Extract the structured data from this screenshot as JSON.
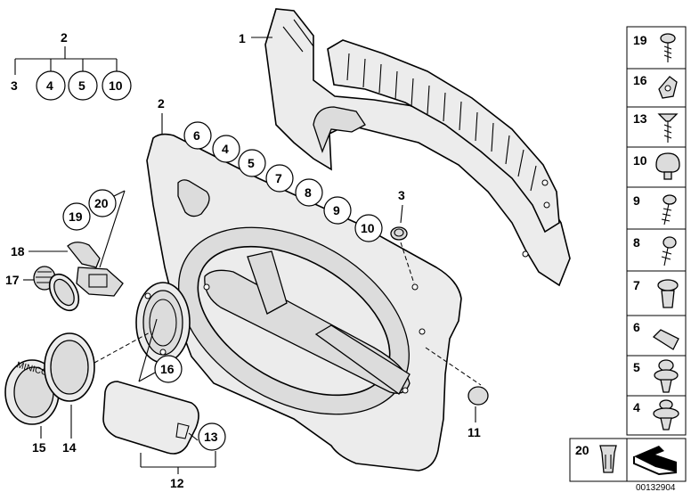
{
  "callouts": {
    "tree_top": "2",
    "tree_3": "3",
    "tree_4": "4",
    "tree_5": "5",
    "tree_10": "10",
    "panel_1": "1",
    "panel_2": "2",
    "seq_6": "6",
    "seq_4": "4",
    "seq_5": "5",
    "seq_7": "7",
    "seq_8": "8",
    "seq_9": "9",
    "seq_10": "10",
    "clip_3": "3",
    "grp_20": "20",
    "grp_19": "19",
    "item_18": "18",
    "item_17": "17",
    "item_16": "16",
    "item_15": "15",
    "item_14": "14",
    "item_13": "13",
    "item_12": "12",
    "item_11": "11"
  },
  "legend": [
    {
      "num": "19",
      "icon": "torx-screw-icon"
    },
    {
      "num": "16",
      "icon": "speed-nut-icon"
    },
    {
      "num": "13",
      "icon": "countersunk-screw-icon"
    },
    {
      "num": "10",
      "icon": "plug-icon"
    },
    {
      "num": "9",
      "icon": "oval-head-screw-icon"
    },
    {
      "num": "8",
      "icon": "pan-head-screw-icon"
    },
    {
      "num": "7",
      "icon": "expanding-rivet-icon"
    },
    {
      "num": "6",
      "icon": "clip-icon"
    },
    {
      "num": "5",
      "icon": "push-rivet-icon"
    },
    {
      "num": "4",
      "icon": "button-clip-icon"
    }
  ],
  "bottom_legend": {
    "num": "20",
    "icon": "clip-nut-icon",
    "arrow_icon": "insulation-pad-icon"
  },
  "diagram_id": "00132904",
  "speaker_text": "MINICOOPER"
}
